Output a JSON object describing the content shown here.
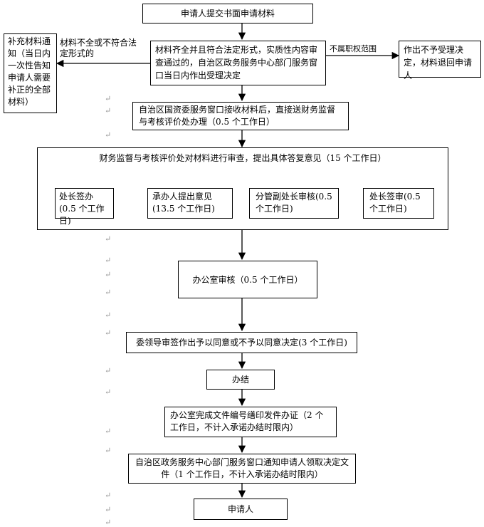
{
  "steps": {
    "submit": "申请人提交书面申请材料",
    "check": "材料齐全并且符合法定形式，实质性内容审查通过的，自治区政务服务中心部门服务窗口当日内作出受理决定",
    "supplement": "补充材料通知（当日内一次性告知申请人需要补正的全部材料）",
    "reject": "作出不予受理决定，材料退回申请人",
    "receive": "自治区国资委服务窗口接收材料后，直接送财务监督与考核评价处办理（0.5 个工作日）",
    "review_title": "财务监督与考核评价处对材料进行审查，提出具体答复意见（15 个工作日）",
    "sub1": "处长签办(0.5 个工作日)",
    "sub2": "承办人提出意见(13.5 个工作日)",
    "sub3": "分管副处长审核(0.5 个工作日)",
    "sub4": "处长签审(0.5 个工作日)",
    "office": "办公室审核（0.5 个工作日）",
    "leader": "委领导审签作出予以同意或不予以同意决定(3 个工作日)",
    "done": "办结",
    "issue": "办公室完成文件编号缮印发件办证（2 个工作日，不计入承诺办结时限内）",
    "notify": "自治区政务服务中心部门服务窗口通知申请人领取决定文件（1 个工作日，不计入承诺办结时限内）",
    "applicant": "申请人"
  },
  "labels": {
    "incomplete": "材料不全或不符合法定形式的",
    "out_of_scope": "不属职权范围"
  }
}
